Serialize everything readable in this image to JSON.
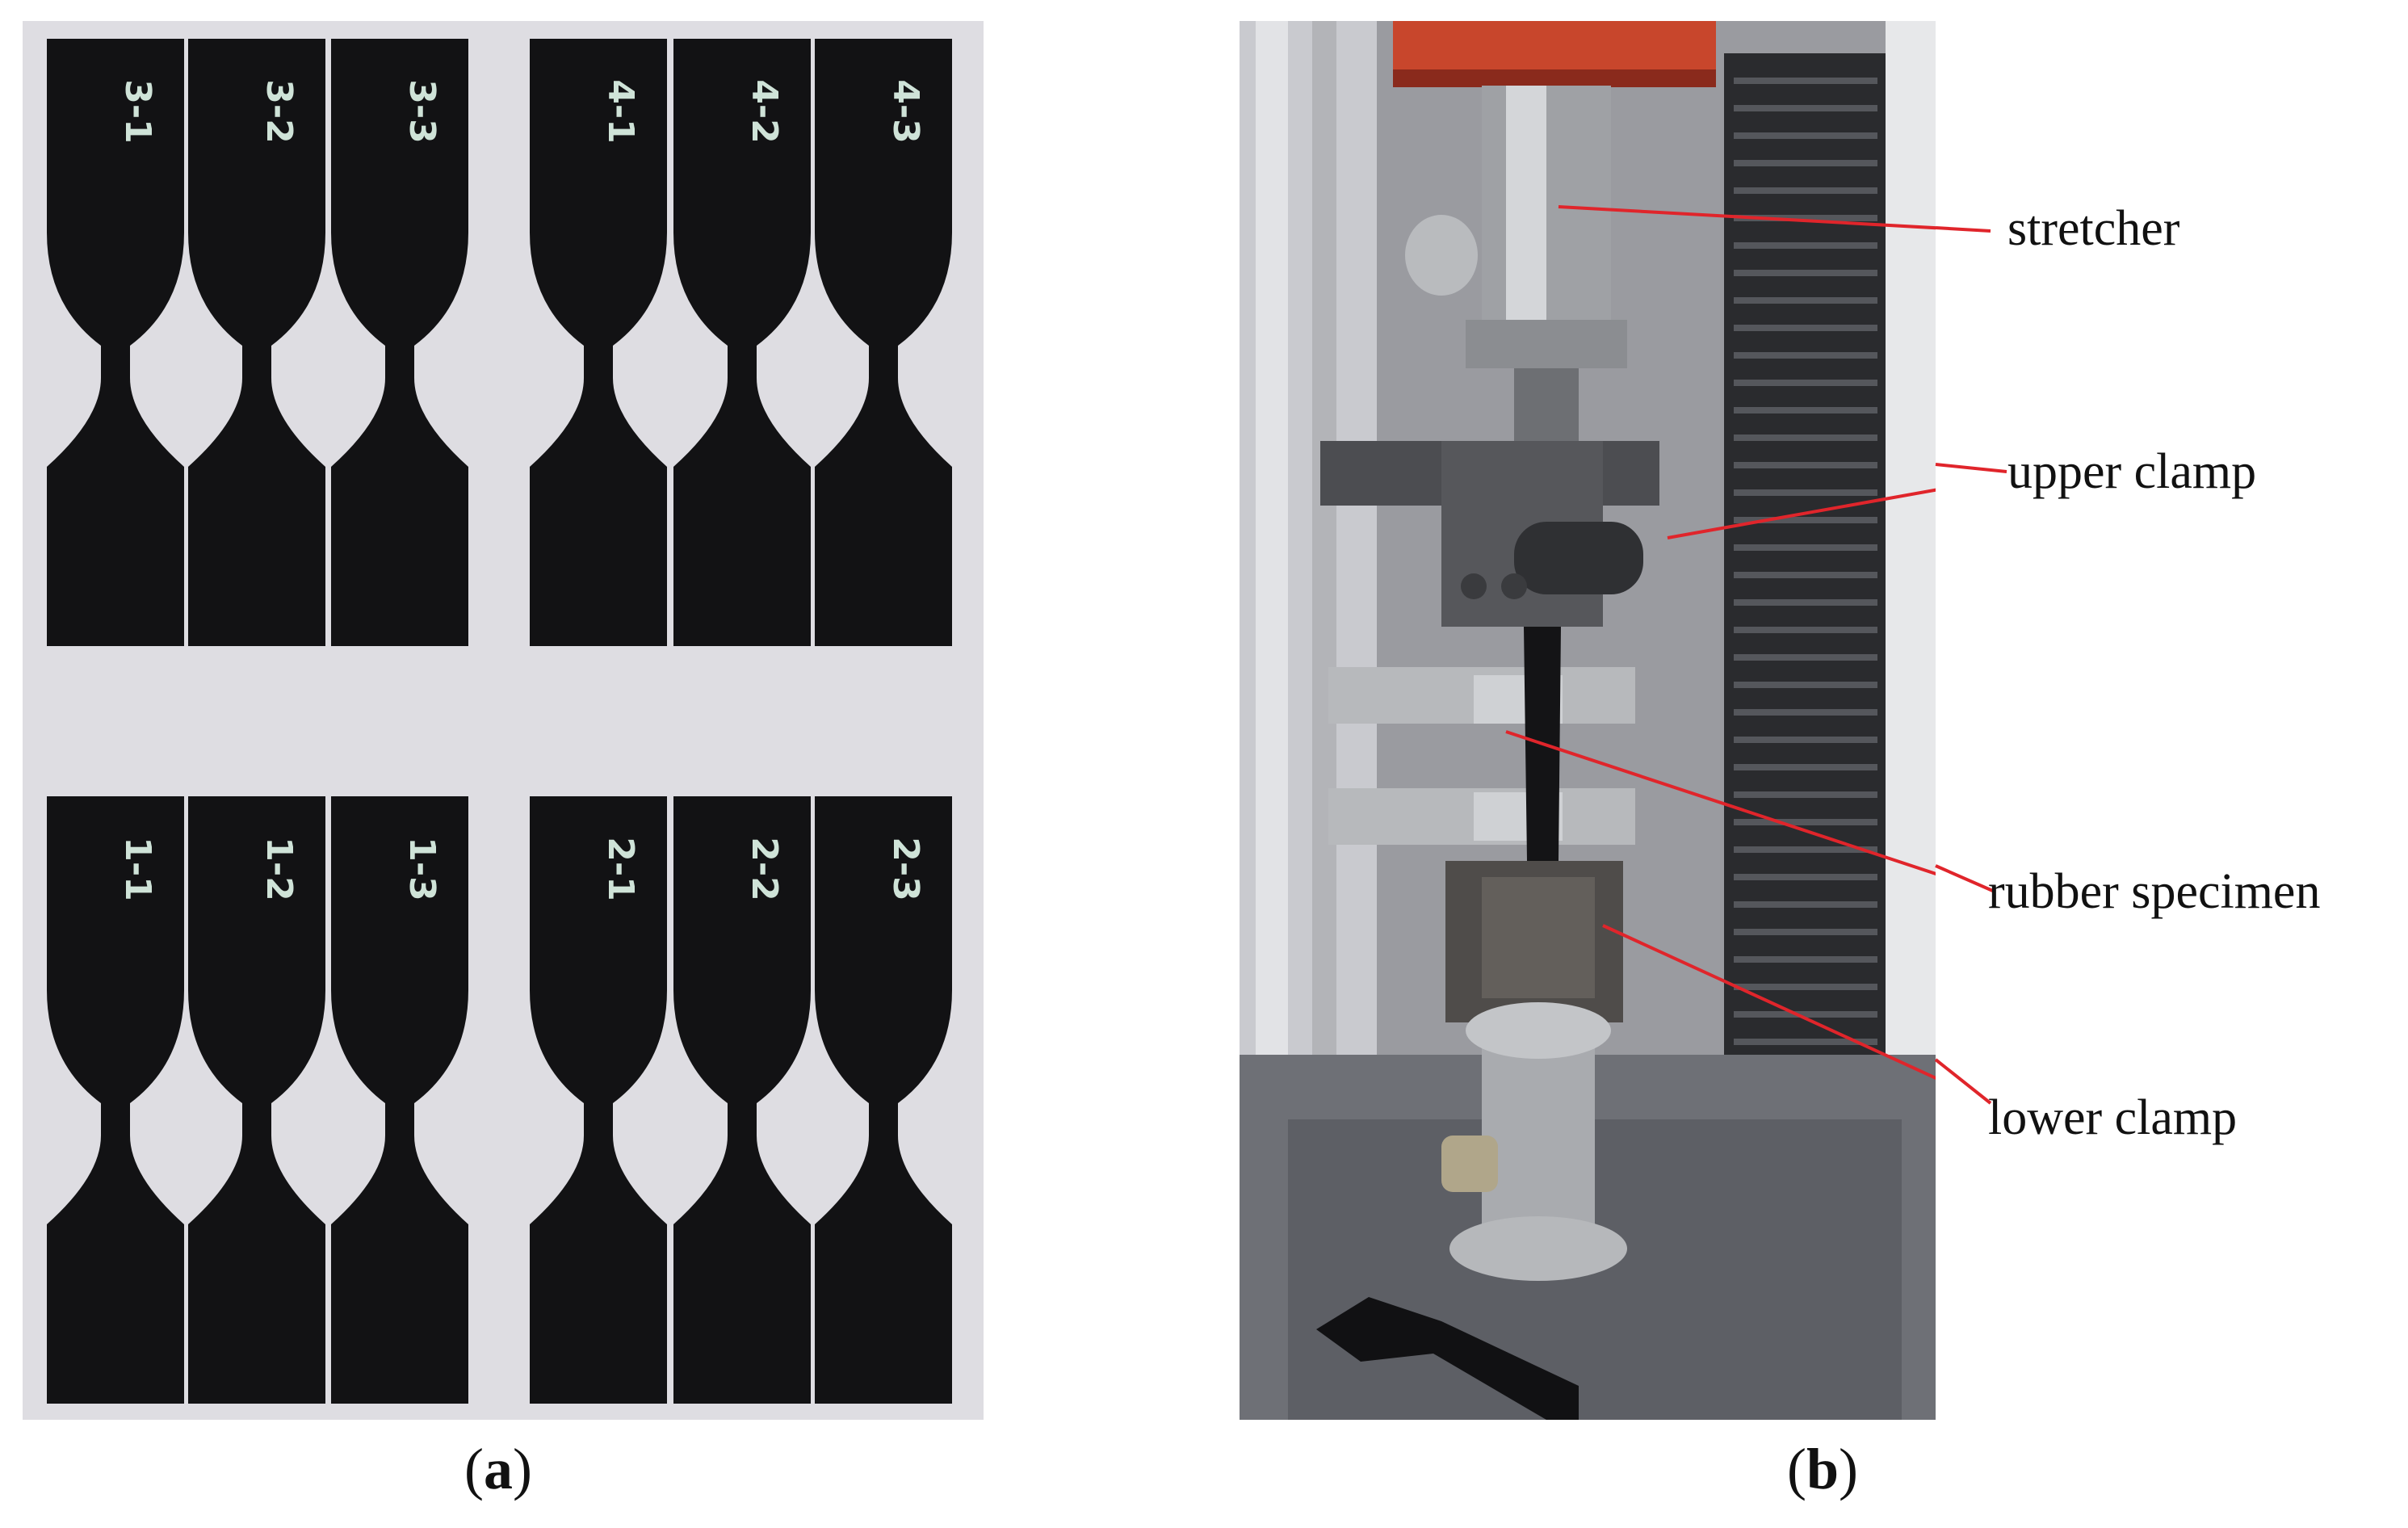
{
  "panel_a": {
    "specimens_top": [
      "3-1",
      "3-2",
      "3-3",
      "4-1",
      "4-2",
      "4-3"
    ],
    "specimens_bottom": [
      "1-1",
      "1-2",
      "1-3",
      "2-1",
      "2-2",
      "2-3"
    ]
  },
  "panel_b": {
    "labels": {
      "stretcher": "stretcher",
      "upper_clamp": "upper clamp",
      "rubber_specimen": "rubber specimen",
      "lower_clamp": "lower clamp"
    }
  },
  "captions": {
    "a": "a",
    "b": "b"
  },
  "colors": {
    "callout_line": "#e0252b",
    "specimen": "#121214",
    "background_a": "#dedde2"
  }
}
